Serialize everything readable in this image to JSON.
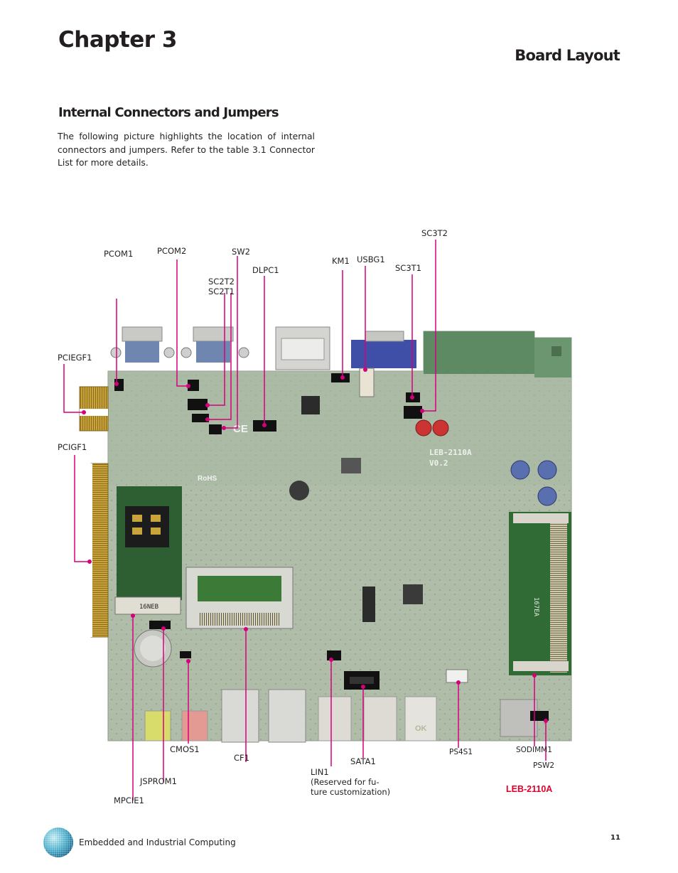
{
  "header": {
    "chapter": "Chapter 3",
    "section": "Board Layout"
  },
  "content": {
    "subheading": "Internal Connectors and Jumpers",
    "intro": "The following picture highlights the location of internal connectors and jumpers. Refer to the table 3.1 Connector List for more details."
  },
  "labels": {
    "sc3t2": "SC3T2",
    "pcom1": "PCOM1",
    "pcom2": "PCOM2",
    "sw2": "SW2",
    "km1": "KM1",
    "usbg1": "USBG1",
    "dlpc1": "DLPC1",
    "sc3t1": "SC3T1",
    "sc2t2": "SC2T2",
    "sc2t1": "SC2T1",
    "pciegf1": "PCIEGF1",
    "pcigf1": "PCIGF1",
    "cmos1": "CMOS1",
    "cf1": "CF1",
    "lin1_line1": "LIN1",
    "lin1_line2": "(Reserved for fu-",
    "lin1_line3": "ture customization)",
    "sata1": "SATA1",
    "ps4s1": "PS4S1",
    "sodimm1": "SODIMM1",
    "psw2": "PSW2",
    "jsprom1": "JSPROM1",
    "mpcie1": "MPCIE1"
  },
  "board": {
    "model_label": "LEB-2110A",
    "silkscreen": [
      "LEB-2110A",
      "V0.2",
      "16NEB",
      "167EA",
      "RoHS",
      "CE",
      "OK"
    ]
  },
  "footer": {
    "company": "Embedded and Industrial Computing",
    "page_number": "11"
  },
  "colors": {
    "callout": "#d6007a",
    "pcb_green": "#4f7a55",
    "pcb_faded": "#a9b9a4",
    "gold_finger": "#c9a43a",
    "model_label": "#e0002a"
  }
}
